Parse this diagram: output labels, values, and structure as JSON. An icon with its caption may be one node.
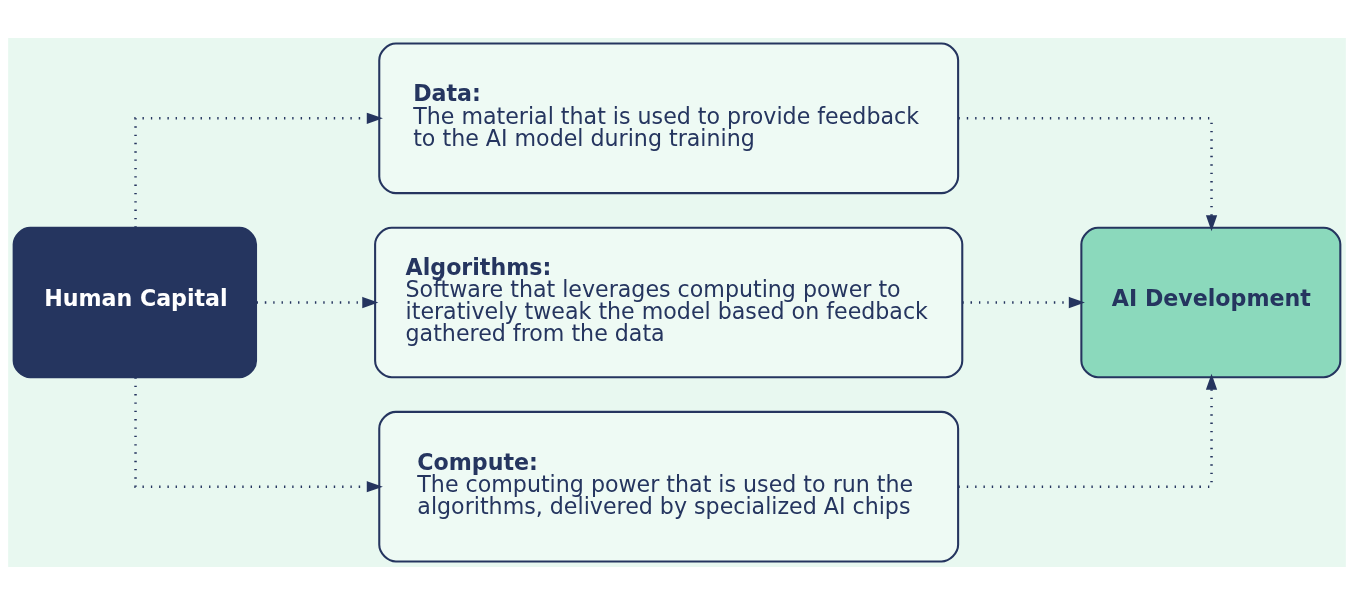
{
  "diagram": {
    "nodes": [
      {
        "text": [
          "Human Capital"
        ]
      },
      {
        "text": [
          "Data:",
          "The material that is used to provide feedback to the AI model during training"
        ]
      },
      {
        "text": [
          "Algorithms:",
          "Software that leverages computing power to iteratively tweak the model based on feedback gathered from the data"
        ]
      },
      {
        "text": [
          "Compute:",
          "The computing power that is used to run the algorithms, delivered by specialized AI chips"
        ]
      },
      {
        "text": [
          "AI Development"
        ]
      }
    ],
    "edges": [
      {
        "from": 0,
        "to": 1,
        "arrow": "to",
        "style": "dashed"
      },
      {
        "from": 0,
        "to": 2,
        "arrow": "to",
        "style": "dashed"
      },
      {
        "from": 0,
        "to": 3,
        "arrow": "to",
        "style": "dashed"
      },
      {
        "from": 1,
        "to": 4,
        "arrow": "to",
        "style": "dashed"
      },
      {
        "from": 2,
        "to": 4,
        "arrow": "to",
        "style": "dashed"
      },
      {
        "from": 3,
        "to": 4,
        "arrow": "to",
        "style": "dashed"
      }
    ]
  }
}
